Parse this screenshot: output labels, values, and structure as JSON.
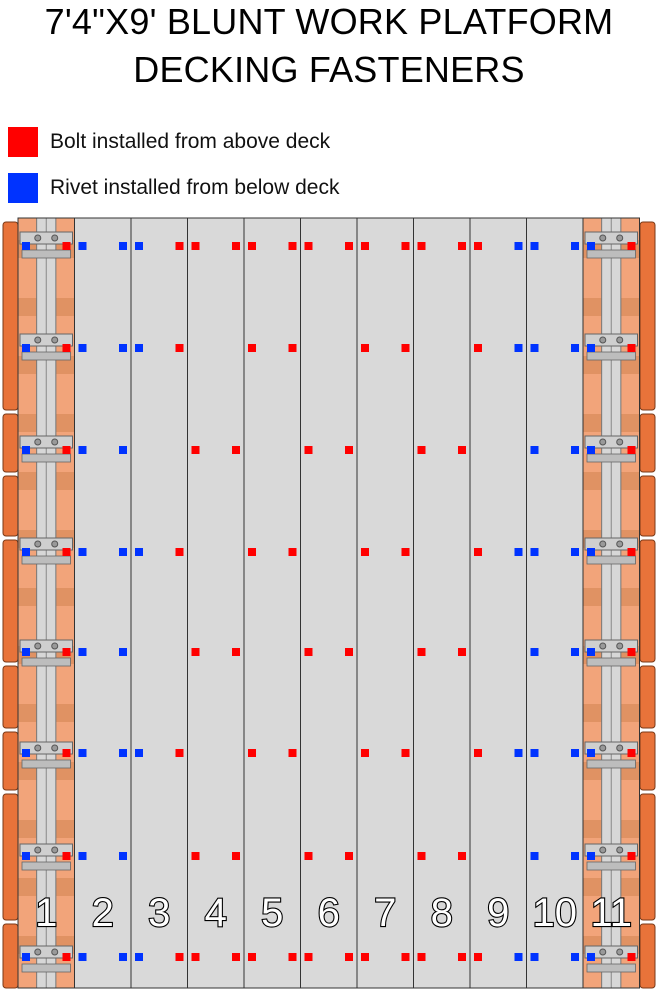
{
  "title": {
    "line1": "7'4\"X9' BLUNT WORK PLATFORM",
    "line2": "DECKING FASTENERS"
  },
  "legend": [
    {
      "label": "Bolt installed from above deck",
      "color": "#ff0000"
    },
    {
      "label": "Rivet installed from below deck",
      "color": "#0033ff"
    }
  ],
  "colors": {
    "bolt": "#ff0000",
    "rivet": "#0033ff",
    "plank": "#d9d9d9",
    "plank_border": "#333333",
    "frame_orange": "#e8733a",
    "frame_light": "#f2a47a"
  },
  "planks": [
    "1",
    "2",
    "3",
    "4",
    "5",
    "6",
    "7",
    "8",
    "9",
    "10",
    "11"
  ],
  "fastener_rows": [
    [
      "BR",
      "BB",
      "BR",
      "RR",
      "RR",
      "RR",
      "RR",
      "RR",
      "RB",
      "BB",
      "BR"
    ],
    [
      "BR",
      "BB",
      "BR",
      "",
      "RR",
      "",
      "RR",
      "",
      "RB",
      "BB",
      "BR"
    ],
    [
      "BR",
      "BB",
      "",
      "RR",
      "",
      "RR",
      "",
      "RR",
      "",
      "BB",
      "BR"
    ],
    [
      "BR",
      "BB",
      "BR",
      "",
      "RR",
      "",
      "RR",
      "",
      "RB",
      "BB",
      "BR"
    ],
    [
      "BR",
      "BB",
      "",
      "RR",
      "",
      "RR",
      "",
      "RR",
      "",
      "BB",
      "BR"
    ],
    [
      "BR",
      "BB",
      "BR",
      "",
      "RR",
      "",
      "RR",
      "",
      "RB",
      "BB",
      "BR"
    ],
    [
      "BR",
      "BB",
      "",
      "RR",
      "",
      "RR",
      "",
      "RR",
      "",
      "BB",
      "BR"
    ],
    [
      "BR",
      "BB",
      "BR",
      "RR",
      "RR",
      "RR",
      "RR",
      "RR",
      "RB",
      "BB",
      "BR"
    ]
  ]
}
